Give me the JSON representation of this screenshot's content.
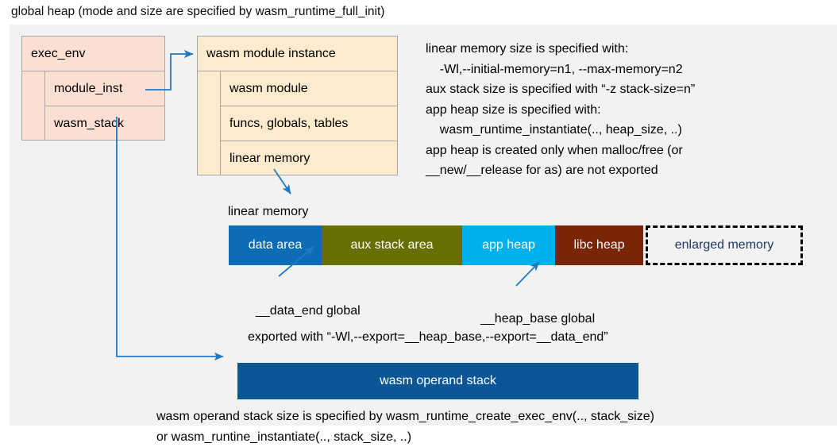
{
  "title": "global heap (mode and size are specified by wasm_runtime_full_init)",
  "exec_env": {
    "header": "exec_env",
    "rows": [
      {
        "label": "module_inst"
      },
      {
        "label": "wasm_stack"
      }
    ]
  },
  "module_instance": {
    "header": "wasm module instance",
    "rows": [
      {
        "label": "wasm module"
      },
      {
        "label": "funcs, globals, tables"
      },
      {
        "label": "linear memory"
      }
    ]
  },
  "memory_notes": "linear memory size is specified with:\n    -Wl,--initial-memory=n1, --max-memory=n2\naux stack size is specified with “-z stack-size=n”\napp heap size is specified with:\n    wasm_runtime_instantiate(.., heap_size, ..)\napp heap is created only when malloc/free (or\n__new/__release for as) are not exported",
  "linear_memory": {
    "label": "linear memory",
    "segments": [
      {
        "name": "data area",
        "color": "#0c6cb5"
      },
      {
        "name": "aux stack area",
        "color": "#667000"
      },
      {
        "name": "app heap",
        "color": "#00b0ed"
      },
      {
        "name": "libc heap",
        "color": "#7a2508"
      },
      {
        "name": "enlarged memory",
        "color": "#1f3864"
      }
    ]
  },
  "annotations": {
    "data_end": "__data_end global",
    "heap_base": "__heap_base global",
    "export_note": "exported with “-Wl,--export=__heap_base,--export=__data_end”"
  },
  "operand_stack": {
    "label": "wasm operand stack",
    "note": "wasm operand stack size is specified by wasm_runtime_create_exec_env(.., stack_size)\nor wasm_runtine_instantiate(.., stack_size, ..)"
  },
  "colors": {
    "panel_background": "#f2f2f2",
    "exec_env_fill": "#fbdfd2",
    "module_instance_fill": "#fdebcd",
    "operand_stack_fill": "#0b5795",
    "connector": "#1f7ac4",
    "border": "#a6a6a6"
  }
}
